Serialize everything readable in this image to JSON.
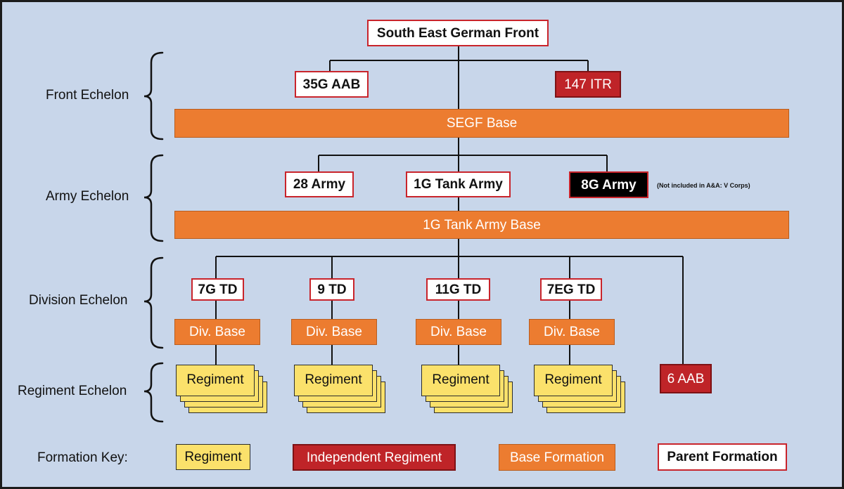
{
  "diagram": {
    "root": "South East German Front",
    "front_echelon": {
      "label": "Front Echelon",
      "units": [
        "35G AAB",
        "147 ITR"
      ],
      "base": "SEGF Base"
    },
    "army_echelon": {
      "label": "Army Echelon",
      "units": [
        "28 Army",
        "1G Tank Army",
        "8G Army"
      ],
      "note": "(Not included in A&A: V Corps)",
      "base": "1G Tank Army Base"
    },
    "division_echelon": {
      "label": "Division Echelon",
      "divisions": [
        "7G TD",
        "9 TD",
        "11G TD",
        "7EG TD"
      ],
      "div_base": "Div. Base"
    },
    "regiment_echelon": {
      "label": "Regiment Echelon",
      "regiment": "Regiment",
      "independent": "6 AAB"
    },
    "key": {
      "label": "Formation Key:",
      "items": [
        "Regiment",
        "Independent Regiment",
        "Base Formation",
        "Parent Formation"
      ]
    },
    "colors": {
      "background": "#c8d6ea",
      "parent_border": "#c9242b",
      "independent": "#bf2428",
      "base": "#ec7c30",
      "regiment": "#fbe16b",
      "hq_black": "#000000"
    }
  }
}
